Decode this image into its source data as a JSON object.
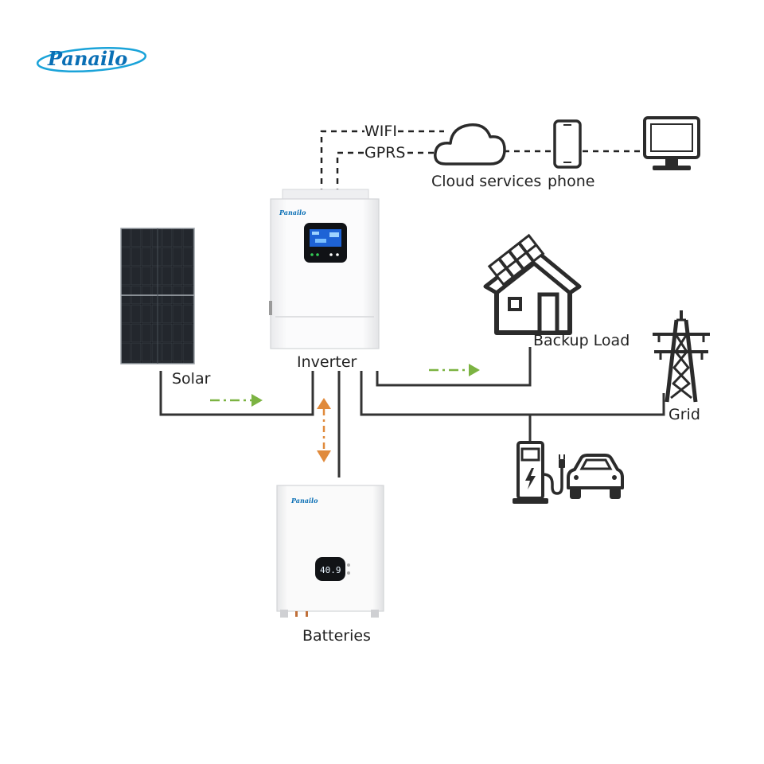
{
  "brand": {
    "logo_text": "Panailo",
    "accent_color": "#1aa3d9",
    "logo_color": "#0a6fb5"
  },
  "labels": {
    "wifi": "WIFI",
    "gprs": "GPRS",
    "cloud": "Cloud services",
    "phone": "phone",
    "backup_load": "Backup Load",
    "grid": "Grid",
    "solar": "Solar",
    "inverter": "Inverter",
    "batteries": "Batteries"
  },
  "devices": {
    "inverter_brand": "Panailo",
    "battery_brand": "Panailo",
    "battery_display": "40.9"
  },
  "icons": [
    "cloud-icon",
    "phone-icon",
    "monitor-icon",
    "house-icon",
    "transmission-tower-icon",
    "ev-charger-icon",
    "car-icon",
    "solar-panel-icon",
    "inverter-icon",
    "battery-icon"
  ],
  "colors": {
    "flow_arrow": "#7cb342",
    "battery_flow": "#e08a3c",
    "wire": "#333333"
  }
}
